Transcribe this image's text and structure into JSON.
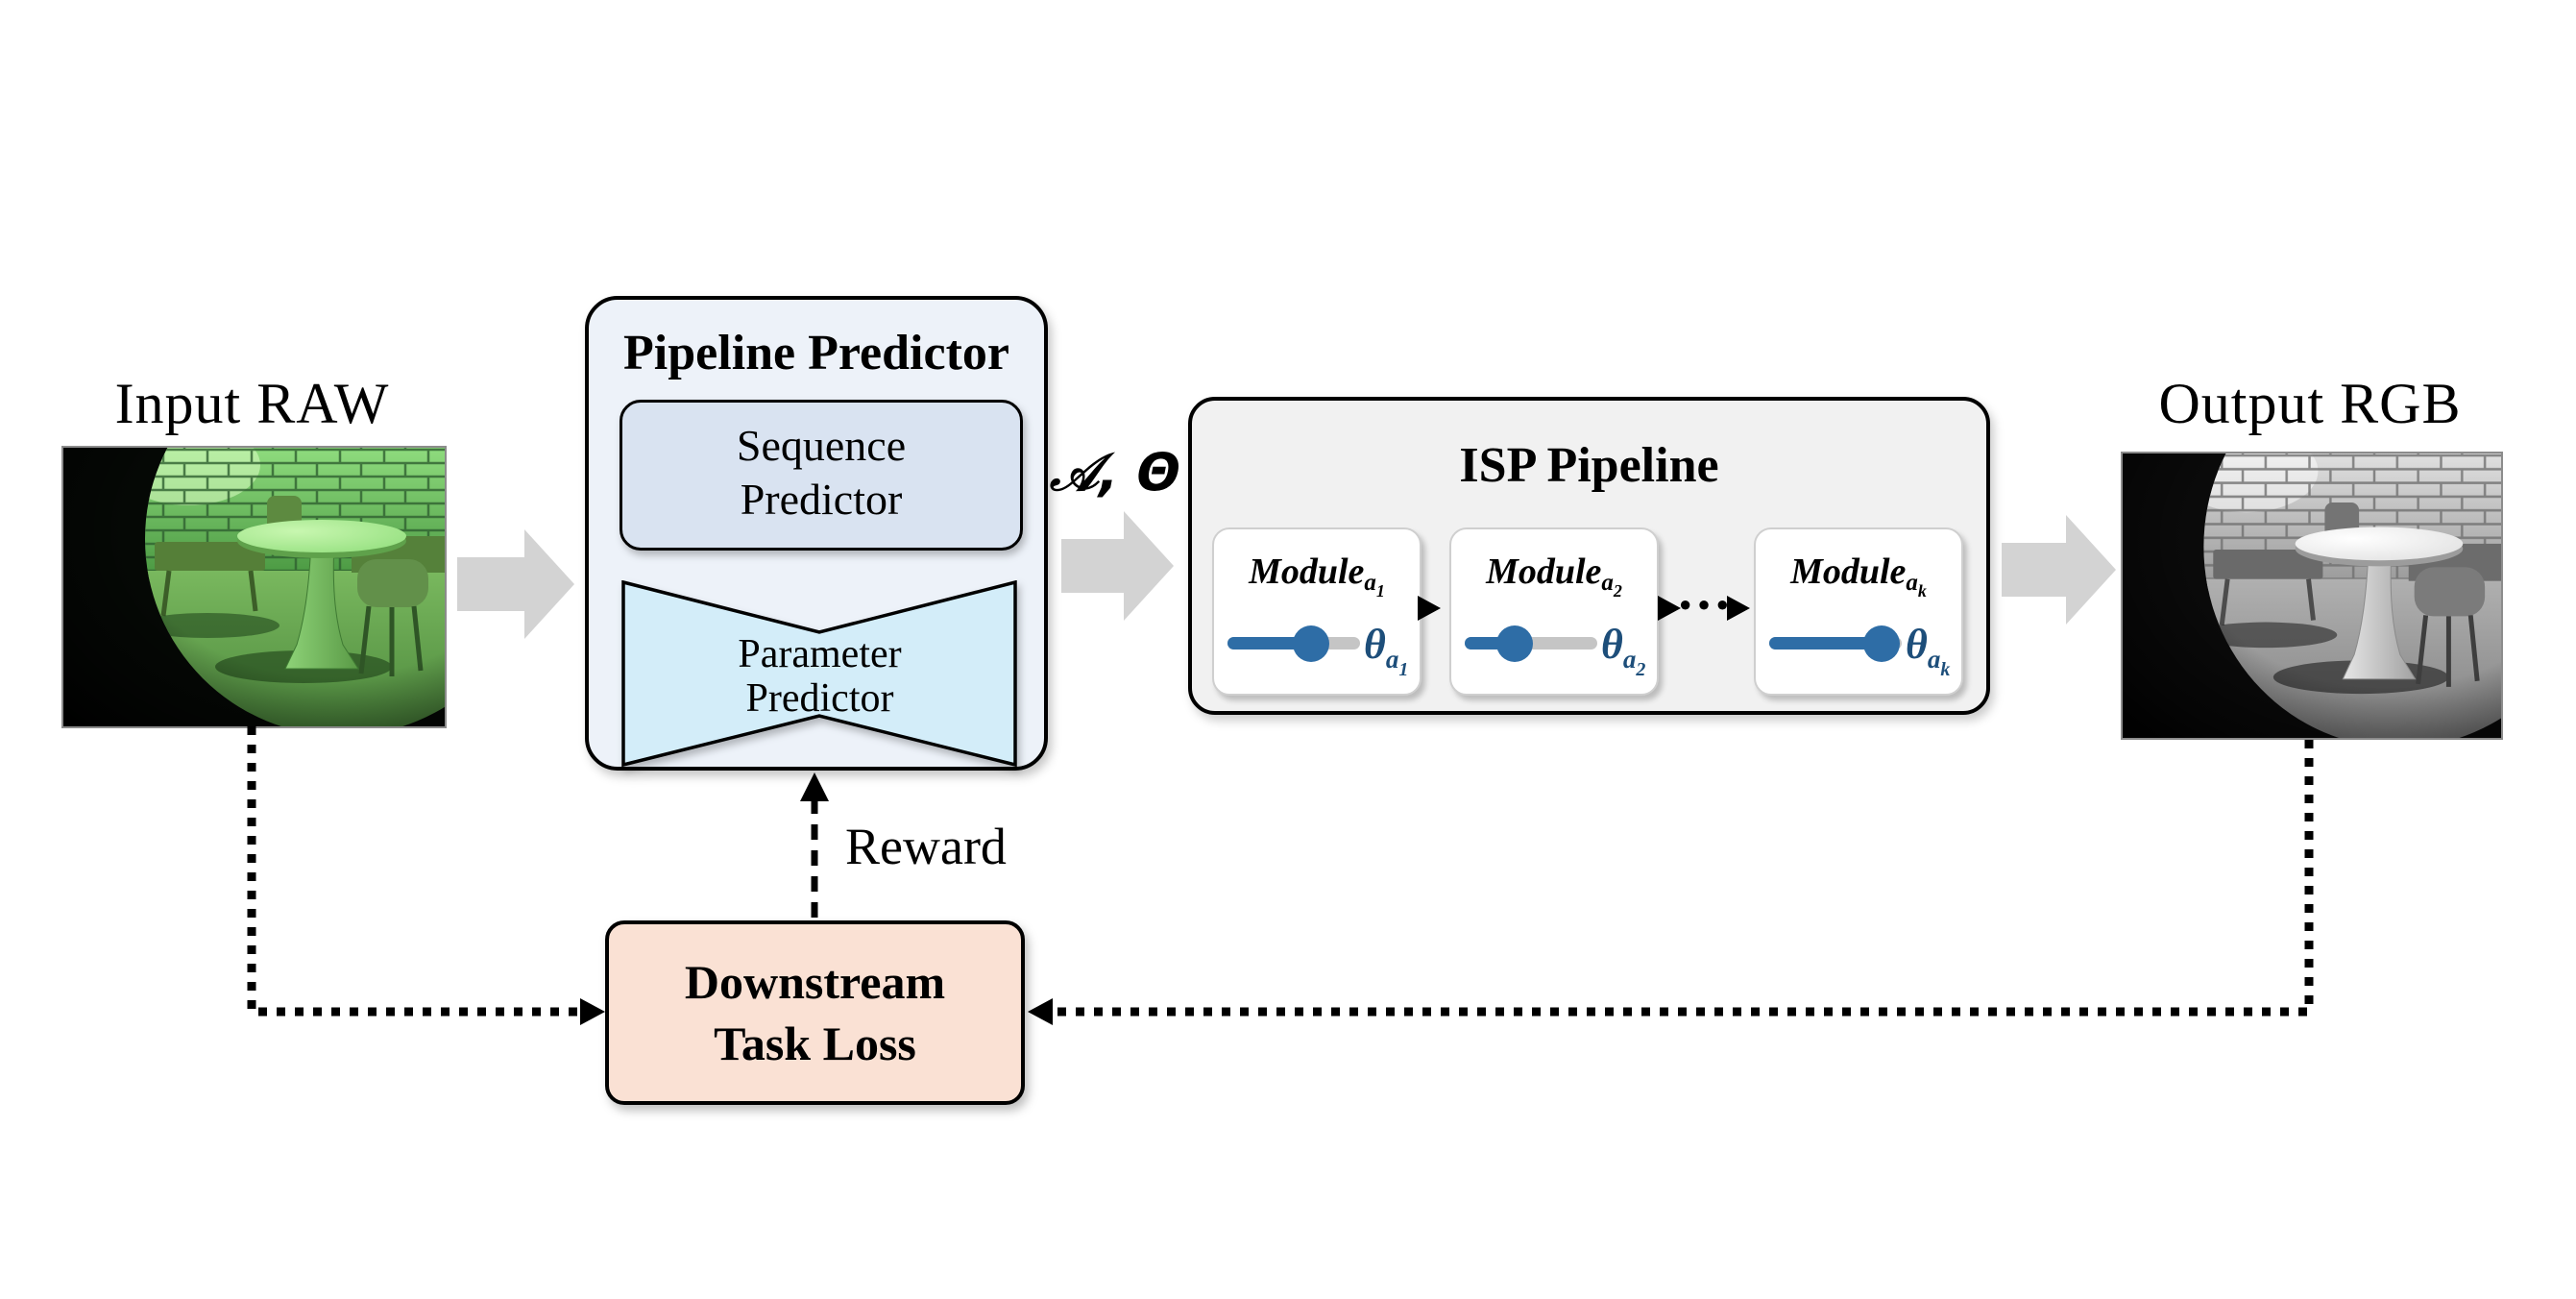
{
  "figure": {
    "input": {
      "label": "Input RAW",
      "image_name": "green-tinted-raw-cafe-photo"
    },
    "output": {
      "label": "Output RGB",
      "image_name": "grayscale-rgb-cafe-photo"
    },
    "pipeline_predictor": {
      "title": "Pipeline Predictor",
      "sequence_predictor": {
        "lines": [
          "Sequence",
          "Predictor"
        ]
      },
      "parameter_predictor": {
        "lines": [
          "Parameter",
          "Predictor"
        ]
      }
    },
    "predictor_to_isp_label": "𝒜, Θ",
    "isp_pipeline": {
      "title": "ISP Pipeline",
      "connector_ellipsis": "···",
      "modules": [
        {
          "name": "Module",
          "sub_base": "a",
          "sub_index": "1",
          "theta": "θ",
          "theta_sub_base": "a",
          "theta_sub_index": "1",
          "slider_fraction": 0.63
        },
        {
          "name": "Module",
          "sub_base": "a",
          "sub_index": "2",
          "theta": "θ",
          "theta_sub_base": "a",
          "theta_sub_index": "2",
          "slider_fraction": 0.38
        },
        {
          "name": "Module",
          "sub_base": "a",
          "sub_index": "k",
          "theta": "θ",
          "theta_sub_base": "a",
          "theta_sub_index": "k",
          "slider_fraction": 0.85
        }
      ]
    },
    "reward_label": "Reward",
    "downstream_task_loss": {
      "lines": [
        "Downstream",
        "Task Loss"
      ]
    },
    "colors": {
      "slider_blue": "#2e6da6",
      "theta_navy": "#1d4e7a",
      "predictor_fill": "#edf2f9",
      "sequence_fill": "#d9e3f1",
      "parameter_fill": "#d3edf9",
      "isp_fill": "#f1f1f1",
      "module_card_fill": "#ffffff",
      "downstream_fill": "#fae1d4",
      "block_arrow_gray": "#d3d3d3",
      "line_black": "#000000"
    }
  }
}
